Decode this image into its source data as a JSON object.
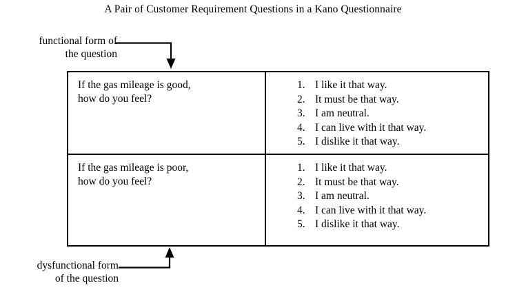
{
  "figure": {
    "title": "A Pair of Customer Requirement Questions in a Kano Questionnaire",
    "background_color": "#ffffff",
    "line_color": "#000000"
  },
  "callouts": {
    "functional": {
      "name": "functional-form-callout",
      "line1": "functional form of",
      "line2": "the question",
      "arrow_direction": "down"
    },
    "dysfunctional": {
      "name": "dysfunctional-form-callout",
      "line1": "dysfunctional form",
      "line2": "of the question",
      "arrow_direction": "up"
    }
  },
  "table": {
    "rows": [
      {
        "question_line1": "If the gas mileage is good,",
        "question_line2": "how do you feel?",
        "answers": [
          {
            "num": "1.",
            "text": "I like it that way."
          },
          {
            "num": "2.",
            "text": "It must be that way."
          },
          {
            "num": "3.",
            "text": "I am neutral."
          },
          {
            "num": "4.",
            "text": "I can live with it that way."
          },
          {
            "num": "5.",
            "text": "I dislike it that way."
          }
        ]
      },
      {
        "question_line1": "If the gas mileage is poor,",
        "question_line2": "how do you feel?",
        "answers": [
          {
            "num": "1.",
            "text": "I like it that way."
          },
          {
            "num": "2.",
            "text": "It must be that way."
          },
          {
            "num": "3.",
            "text": "I am neutral."
          },
          {
            "num": "4.",
            "text": "I can live with it that way."
          },
          {
            "num": "5.",
            "text": "I dislike it that way."
          }
        ]
      }
    ]
  }
}
